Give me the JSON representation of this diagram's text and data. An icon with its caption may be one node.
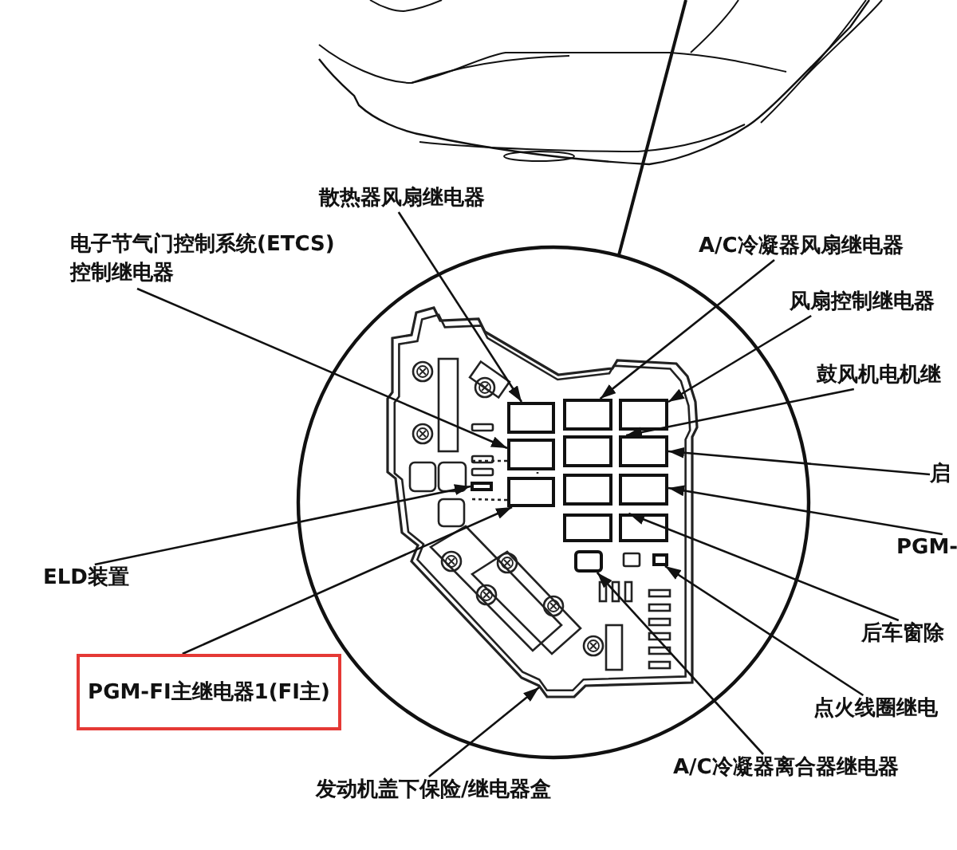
{
  "diagram": {
    "nodes": [
      {
        "text": [
          "散热器风扇继电器"
        ]
      },
      {
        "text": [
          "电子节气门控制系统(ETCS)控制继电器"
        ]
      },
      {
        "text": [
          "A/C冷凝器风扇继电器"
        ]
      },
      {
        "text": [
          "风扇控制继电器"
        ]
      },
      {
        "text": [
          "鼓风机电机继"
        ]
      },
      {
        "text": [
          "启"
        ]
      },
      {
        "text": [
          "PGM-"
        ]
      },
      {
        "text": [
          "ELD装置"
        ]
      },
      {
        "text": [
          "后车窗除"
        ]
      },
      {
        "text": [
          "PGM-FI主继电器1(FI主)"
        ]
      },
      {
        "text": [
          "点火线圈继电"
        ]
      },
      {
        "text": [
          "A/C冷凝器离合器继电器"
        ]
      },
      {
        "text": [
          "发动机盖下保险/继电器盒"
        ]
      },
      {
        "text": [],
        "shape": "box"
      },
      {
        "text": [],
        "shape": "box",
        "in": 13
      },
      {
        "text": [],
        "shape": "box",
        "in": 13
      },
      {
        "text": [],
        "shape": "box",
        "in": 13
      },
      {
        "text": [],
        "shape": "box",
        "in": 13
      },
      {
        "text": [],
        "shape": "box",
        "in": 13
      },
      {
        "text": [],
        "shape": "box",
        "in": 13
      },
      {
        "text": [],
        "shape": "box",
        "in": 13
      },
      {
        "text": [],
        "shape": "box",
        "in": 13
      },
      {
        "text": [],
        "shape": "box",
        "in": 13
      },
      {
        "text": [],
        "shape": "box",
        "in": 13
      },
      {
        "text": [],
        "shape": "box",
        "in": 13
      }
    ],
    "edges": [
      {
        "from": 0,
        "to": 14,
        "arrow": "to"
      },
      {
        "from": 1,
        "to": 15,
        "arrow": "to"
      },
      {
        "from": 2,
        "to": 16,
        "arrow": "to"
      },
      {
        "from": 3,
        "to": 17,
        "arrow": "to"
      },
      {
        "from": 4,
        "to": 18,
        "arrow": "to"
      },
      {
        "from": 5,
        "to": 18,
        "arrow": "to"
      },
      {
        "from": 6,
        "to": 19,
        "arrow": "to"
      },
      {
        "from": 7,
        "to": 20,
        "arrow": "to"
      },
      {
        "from": 8,
        "to": 21,
        "arrow": "to"
      },
      {
        "from": 9,
        "to": 22,
        "arrow": "to"
      },
      {
        "from": 10,
        "to": 23,
        "arrow": "to"
      },
      {
        "from": 11,
        "to": 24,
        "arrow": "to"
      },
      {
        "from": 12,
        "to": 13,
        "arrow": "to"
      }
    ]
  }
}
